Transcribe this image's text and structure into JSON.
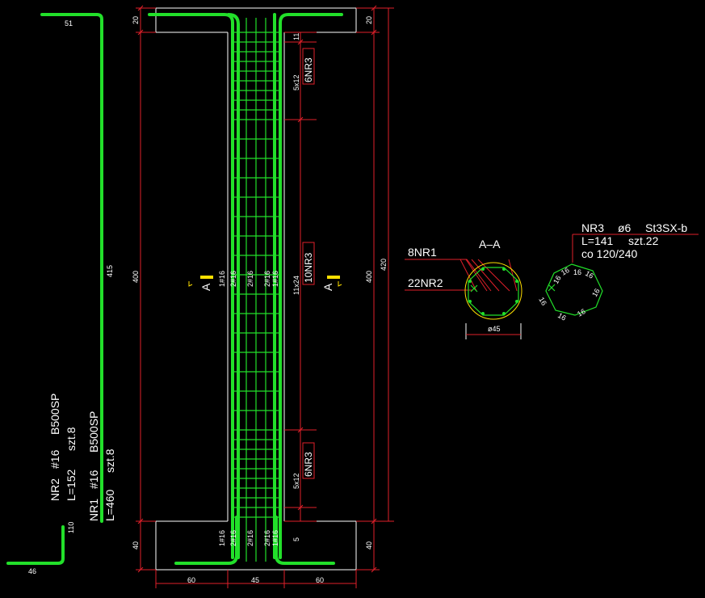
{
  "colors": {
    "background": "#000000",
    "rebar": "#22e02a",
    "dimension": "#e0202a",
    "outline": "#ffffff",
    "section_mark": "#ffe000",
    "circle_outline": "#ffe000",
    "text": "#ffffff"
  },
  "nr1_bar": {
    "dim_top": "51",
    "dim_height": "415",
    "label_name": "NR1",
    "label_diameter": "#16",
    "label_steel": "B500SP",
    "label_length": "L=460",
    "label_count": "szt.8"
  },
  "nr2_bar": {
    "dim_vertical": "110",
    "dim_bottom": "46",
    "label_name": "NR2",
    "label_diameter": "#16",
    "label_steel": "B500SP",
    "label_length": "L=152",
    "label_count": "szt.8"
  },
  "column": {
    "dims_left": {
      "top": "20",
      "middle": "400",
      "bottom": "40"
    },
    "dims_right_inner": {
      "top": "20",
      "middle": "400",
      "bottom": "40"
    },
    "dim_right_total": "420",
    "dims_bottom": [
      "60",
      "45",
      "60"
    ],
    "stirrup_zones": [
      {
        "name": "top-clear",
        "text": "11"
      },
      {
        "name": "top-dense",
        "spacing": "5x12",
        "tag": "6NR3"
      },
      {
        "name": "middle",
        "spacing": "11x24",
        "tag": "10NR3"
      },
      {
        "name": "bottom-dense",
        "spacing": "5x12",
        "tag": "6NR3"
      },
      {
        "name": "bottom-clear",
        "text": "5"
      }
    ],
    "bar_marks_middle": [
      "1#16",
      "2#16",
      "2#16",
      "2#16",
      "1#16"
    ],
    "bar_marks_bottom": [
      "1#16",
      "2#16",
      "2#16",
      "2#16",
      "1#16"
    ],
    "section_mark_letter": "A"
  },
  "section_aa": {
    "title": "A–A",
    "label_nr1": "8NR1",
    "label_nr2": "22NR2",
    "diameter": "ø45"
  },
  "nr3_detail": {
    "name": "NR3",
    "diameter": "ø6",
    "steel": "St3SX-b",
    "length": "L=141",
    "count": "szt.22",
    "spacing": "co 120/240",
    "segments": [
      "16",
      "16",
      "16",
      "16",
      "16",
      "16",
      "16",
      "16"
    ]
  }
}
